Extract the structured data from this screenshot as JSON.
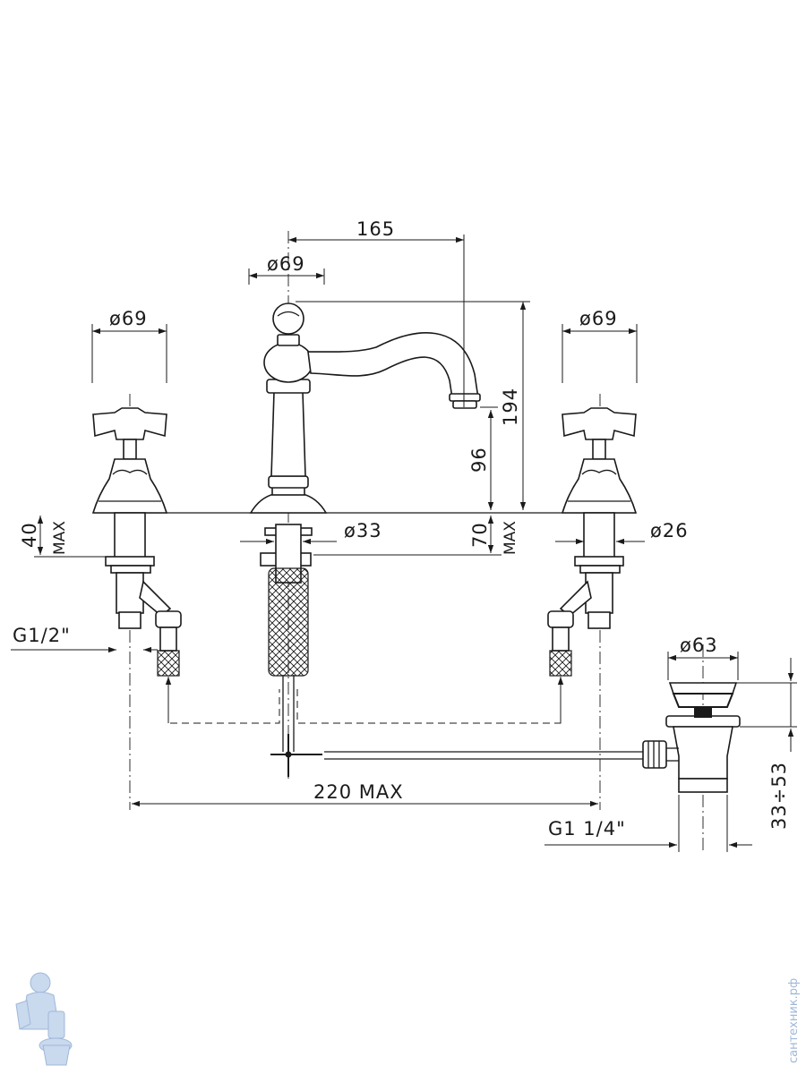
{
  "dimensions": {
    "spout_reach": "165",
    "spout_base_diameter": "ø69",
    "left_handle_diameter": "ø69",
    "right_handle_diameter": "ø69",
    "spout_height": "194",
    "outlet_height": "96",
    "left_max_thickness_value": "40",
    "left_max_thickness_suffix": "MAX",
    "center_max_thickness_value": "70",
    "center_max_thickness_suffix": "MAX",
    "shank_diameter": "ø33",
    "valve_shank_diameter": "ø26",
    "inlet_thread": "G1/2\"",
    "spread": "220  MAX",
    "waste_diameter": "ø63",
    "waste_thread": "G1  1/4\"",
    "waste_range": "33÷53"
  },
  "watermark": {
    "site": "сантехник.рф",
    "logo": "plumber-mascot-logo"
  },
  "colors": {
    "line": "#1a1a1a",
    "watermark": "#9fb8d8"
  }
}
